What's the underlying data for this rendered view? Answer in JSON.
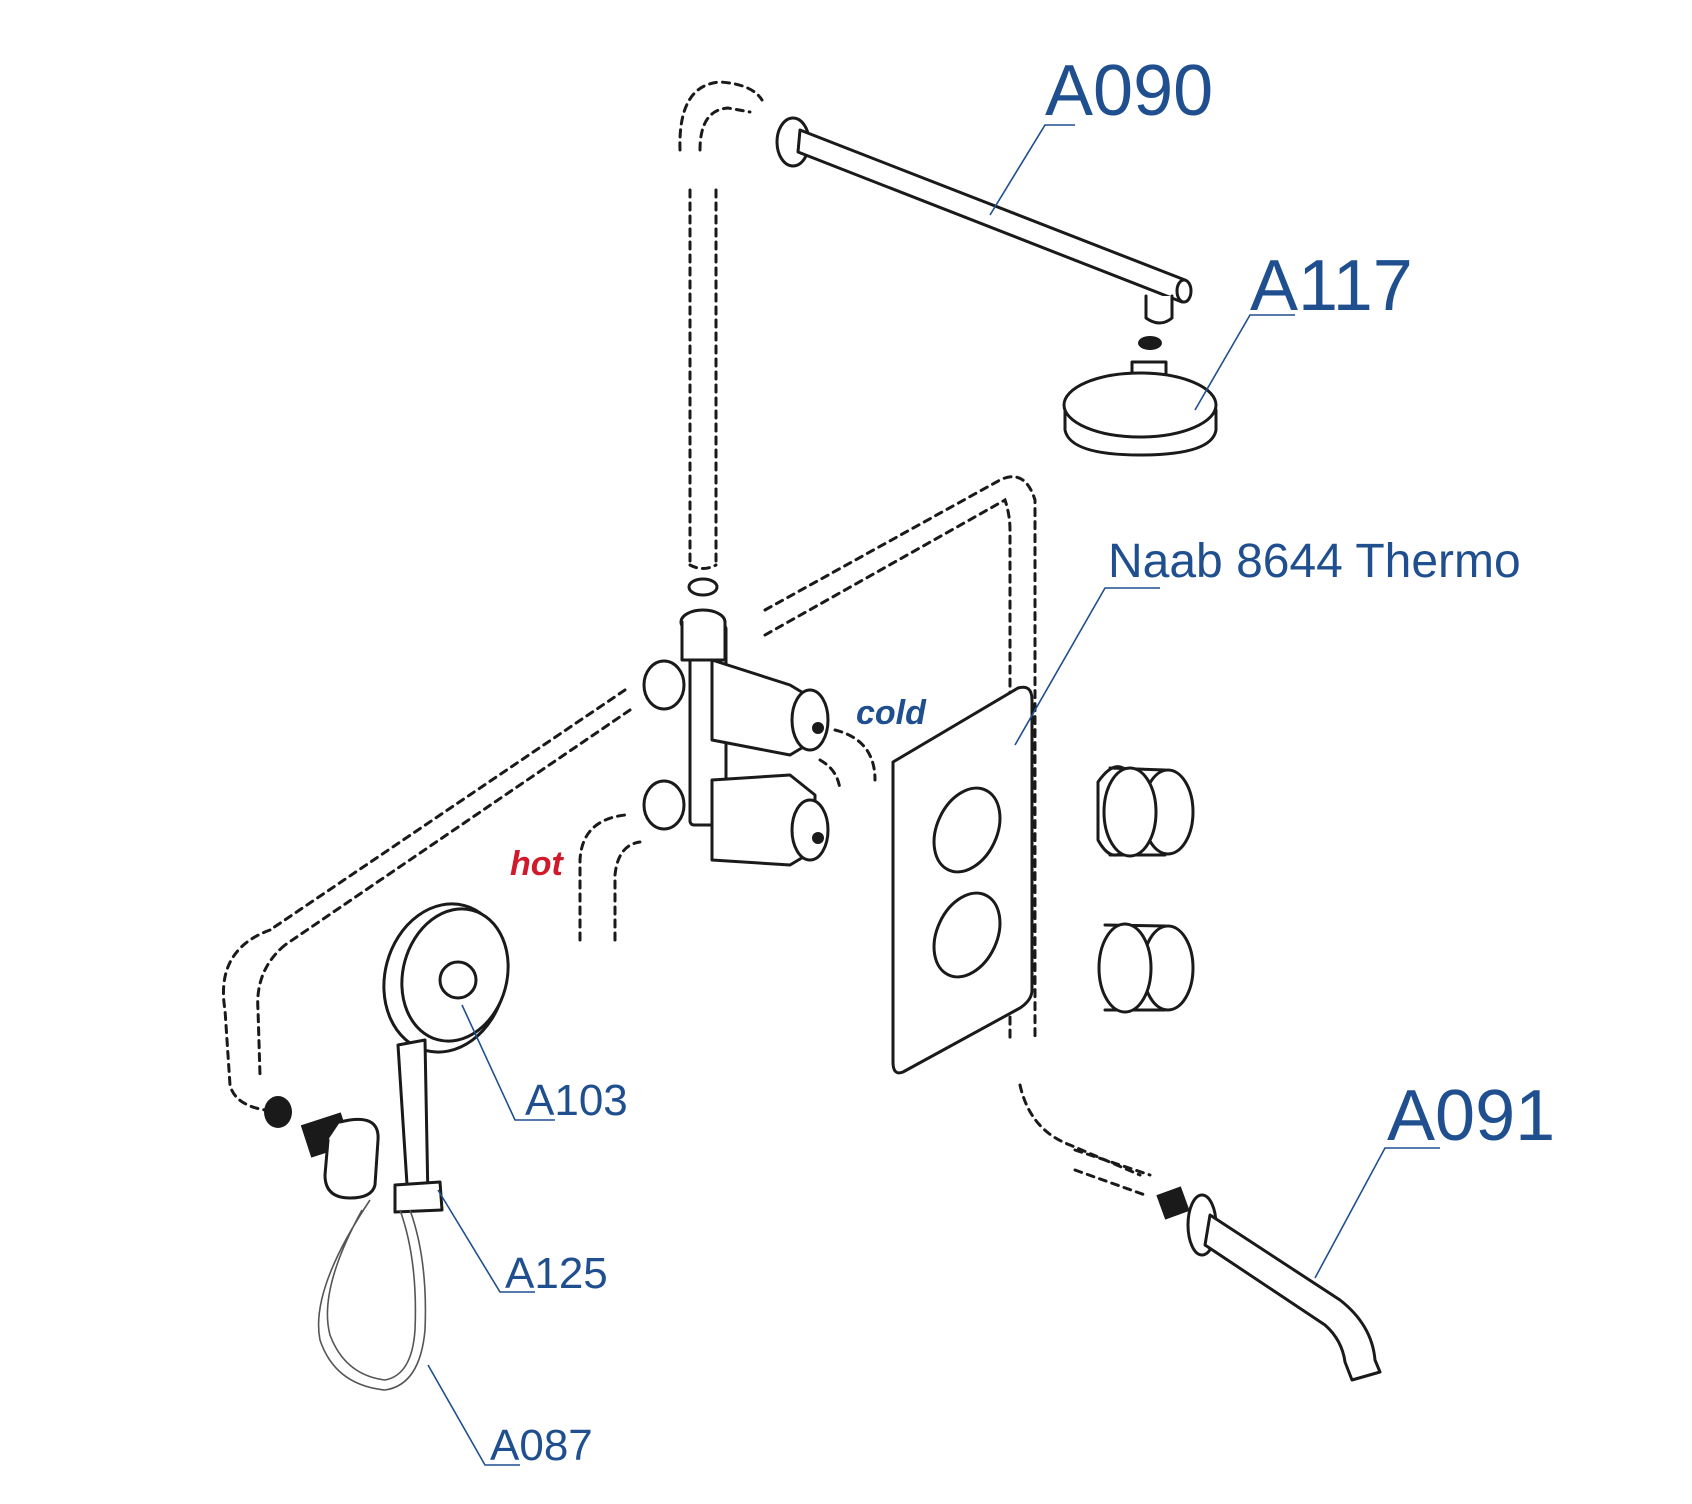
{
  "labels": {
    "arm": "A090",
    "head": "A117",
    "panel": "Naab 8644 Thermo",
    "spout": "A091",
    "hand_shower": "A103",
    "holder": "A125",
    "hose": "A087"
  },
  "inlets": {
    "cold": "cold",
    "hot": "hot"
  },
  "colors": {
    "label": "#1f4f8f",
    "cold": "#1f4f8f",
    "hot": "#d0192a",
    "line": "#1a1a1a"
  }
}
